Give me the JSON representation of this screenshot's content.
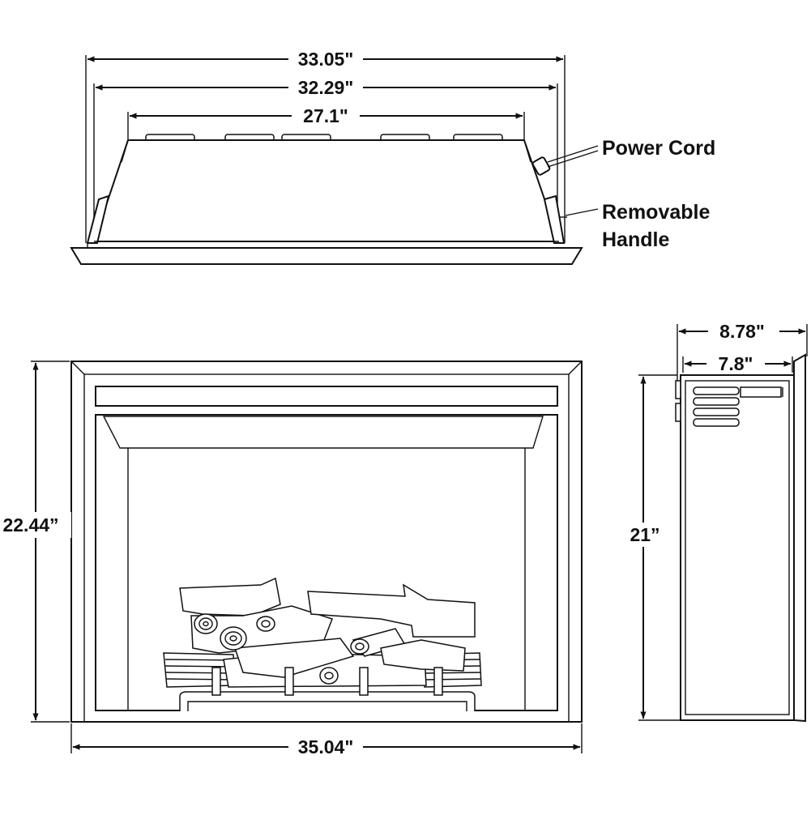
{
  "top_view": {
    "overall_width": "33.05\"",
    "trim_width": "32.29\"",
    "body_width": "27.1\"",
    "power_cord_label": "Power Cord",
    "handle_label_line1": "Removable",
    "handle_label_line2": "Handle"
  },
  "front_view": {
    "height": "22.44”",
    "width": "35.04\""
  },
  "side_view": {
    "overall_depth": "8.78\"",
    "body_depth": "7.8\"",
    "height": "21”"
  }
}
